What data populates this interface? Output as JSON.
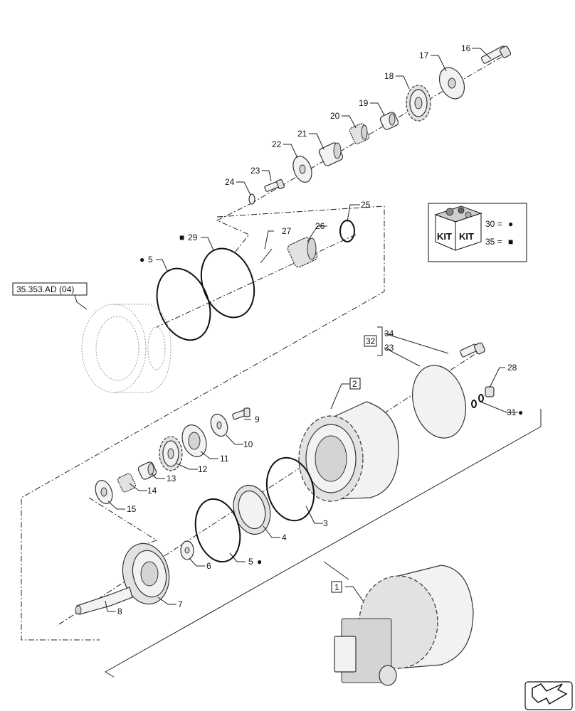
{
  "callouts": {
    "p1": "1",
    "p2": "2",
    "p3": "3",
    "p4": "4",
    "p5a": "5",
    "p5b": "5",
    "p6": "6",
    "p7": "7",
    "p8": "8",
    "p9": "9",
    "p10": "10",
    "p11": "11",
    "p12": "12",
    "p13": "13",
    "p14": "14",
    "p15": "15",
    "p16": "16",
    "p17": "17",
    "p18": "18",
    "p19": "19",
    "p20": "20",
    "p21": "21",
    "p22": "22",
    "p23": "23",
    "p24": "24",
    "p25": "25",
    "p26": "26",
    "p27": "27",
    "p28": "28",
    "p29": "29",
    "p31": "31",
    "p32": "32",
    "p33": "33",
    "p34": "34"
  },
  "reference": "35.353.AD (04)",
  "legend": {
    "kit_word": "KIT",
    "entry_30": "30 =",
    "entry_35": "35 ="
  },
  "markers": {
    "dot": "●",
    "square": "■"
  },
  "colors": {
    "ink": "#111111",
    "part_fill": "#f2f2f2",
    "shade": "#d4d4d4"
  },
  "icons": [
    "kit-box-icon",
    "navigation-arrow-icon"
  ]
}
